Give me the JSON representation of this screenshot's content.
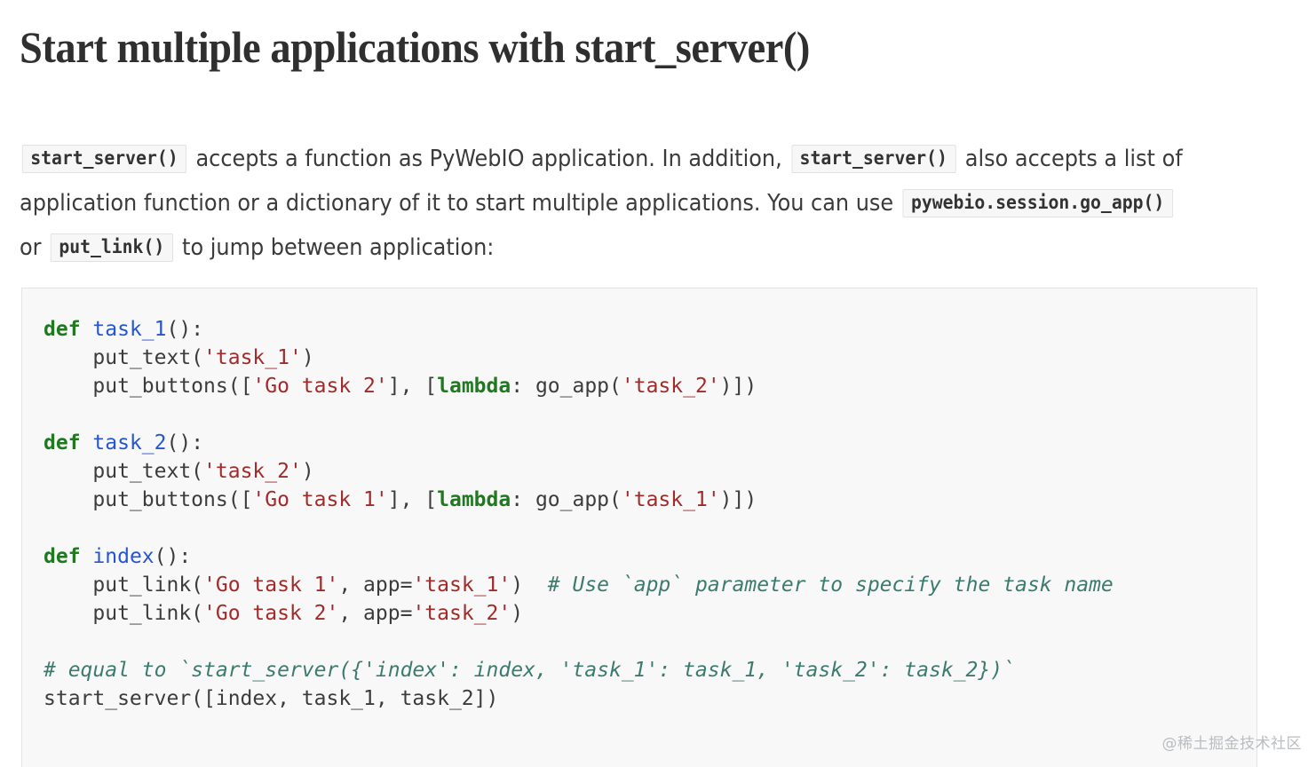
{
  "document": {
    "title": "Start multiple applications with start_server()",
    "watermark": "@稀土掘金技术社区",
    "background_color": "#ffffff",
    "text_color": "#3b3b3b"
  },
  "paragraph": {
    "seg1_code": "start_server()",
    "seg2_text": " accepts a function as PyWebIO application. In addition, ",
    "seg3_code": "start_server()",
    "seg4_text": " also accepts a list of application function or a dictionary of it to start multiple applications. You can use ",
    "seg5_code": "pywebio.session.go_app()",
    "seg6_text": " or ",
    "seg7_code": "put_link()",
    "seg8_text": " to jump between application:"
  },
  "code_block": {
    "language": "python",
    "background_color": "#f8f8f8",
    "border_color": "#e3e3e3",
    "syntax_colors": {
      "keyword": "#1f7a1f",
      "function_name": "#2555d6",
      "string": "#a12b2b",
      "comment": "#3d7b6e",
      "plain": "#3c3c3c"
    },
    "lines": [
      "def task_1():",
      "    put_text('task_1')",
      "    put_buttons(['Go task 2'], [lambda: go_app('task_2')])",
      "",
      "def task_2():",
      "    put_text('task_2')",
      "    put_buttons(['Go task 1'], [lambda: go_app('task_1')])",
      "",
      "def index():",
      "    put_link('Go task 1', app='task_1')  # Use `app` parameter to specify the task name",
      "    put_link('Go task 2', app='task_2')",
      "",
      "# equal to `start_server({'index': index, 'task_1': task_1, 'task_2': task_2})`",
      "start_server([index, task_1, task_2])"
    ],
    "tokens": {
      "def": "def",
      "lambda_kw": "lambda",
      "task_1_name": "task_1",
      "task_2_name": "task_2",
      "index_name": "index",
      "put_text": "put_text",
      "put_buttons": "put_buttons",
      "put_link": "put_link",
      "go_app": "go_app",
      "start_server": "start_server",
      "str_task_1": "'task_1'",
      "str_task_2": "'task_2'",
      "str_go_task_1": "'Go task 1'",
      "str_go_task_2": "'Go task 2'",
      "comment_app": "# Use `app` parameter to specify the task name",
      "comment_equal": "# equal to `start_server({'index': index, 'task_1': task_1, 'task_2': task_2})`",
      "open_paren_colon": "():",
      "paren_open": "(",
      "paren_close": ")",
      "bracket_open": "[",
      "bracket_close": "]",
      "comma_space": ", ",
      "colon_space": ": ",
      "close_b_paren": ")])",
      "app_eq": ", app=",
      "last_line_args": "([index, task_1, task_2])"
    }
  }
}
